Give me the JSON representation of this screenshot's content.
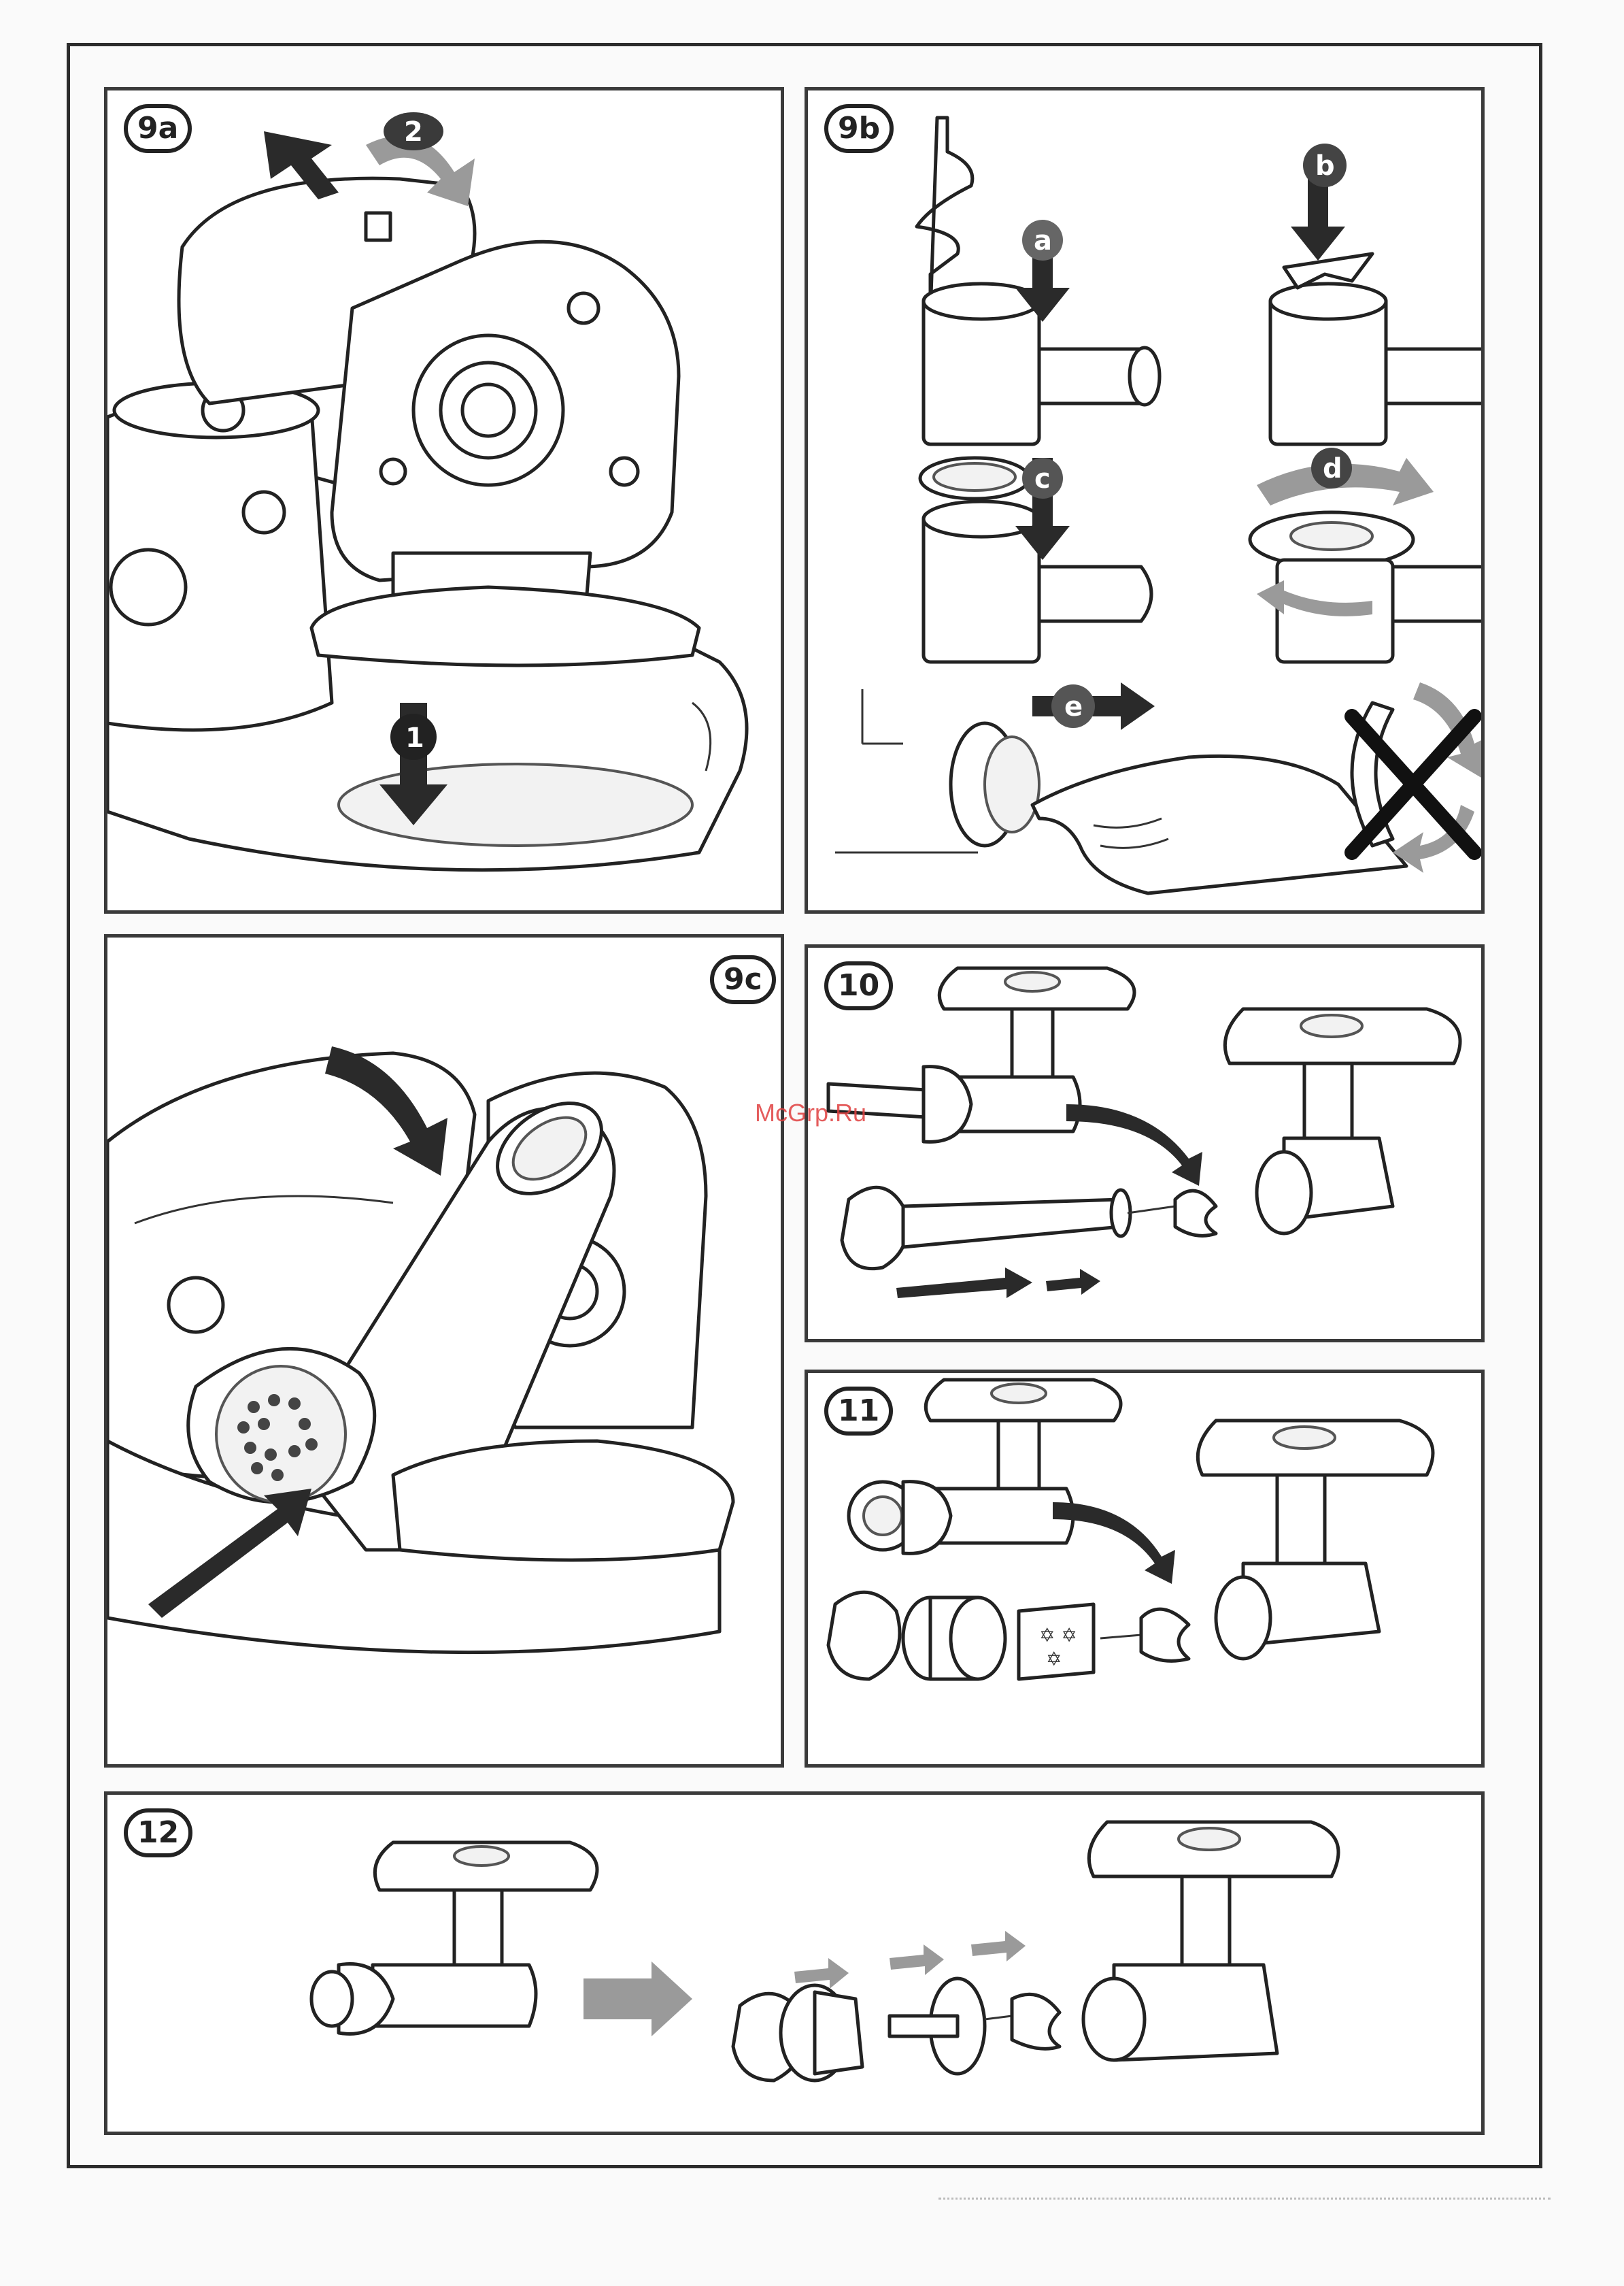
{
  "panels": {
    "p9a": {
      "label": "9a"
    },
    "p9b": {
      "label": "9b",
      "steps": [
        "a",
        "b",
        "c",
        "d",
        "e"
      ]
    },
    "p9c": {
      "label": "9c"
    },
    "p10": {
      "label": "10"
    },
    "p11": {
      "label": "11"
    },
    "p12": {
      "label": "12"
    }
  },
  "steps_9a": [
    "1",
    "2"
  ],
  "watermark": "McGrp.Ru"
}
